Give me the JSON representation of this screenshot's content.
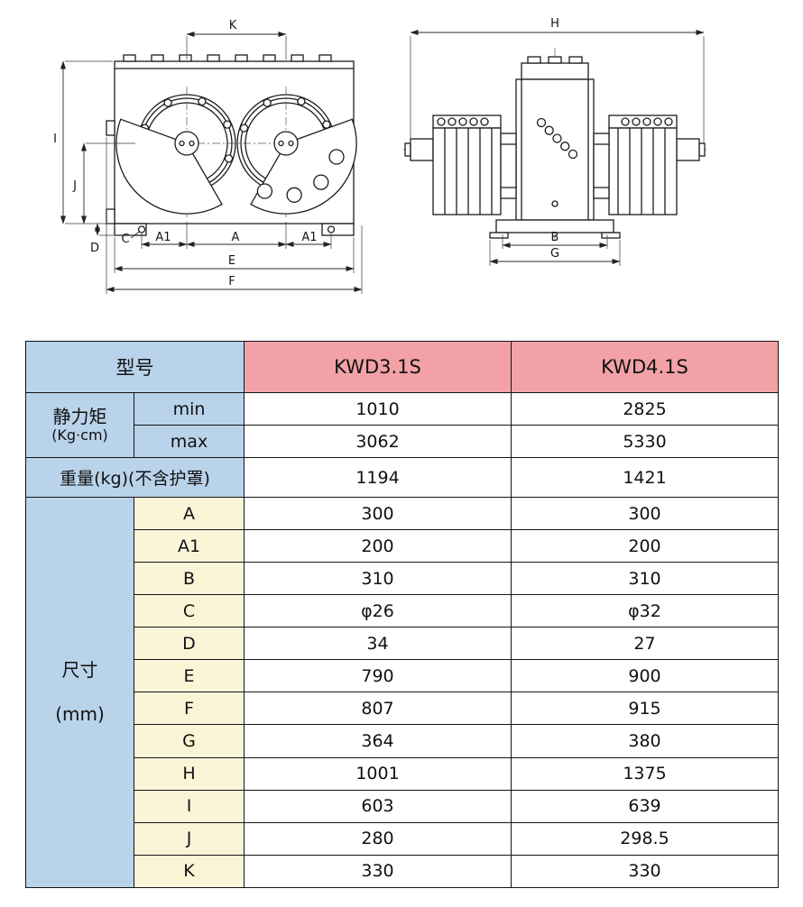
{
  "colors": {
    "blue": "#b9d3ea",
    "pink": "#f2a2a6",
    "cream": "#fbf5d8",
    "border": "#141414",
    "white": "#ffffff"
  },
  "table": {
    "model_label": "型号",
    "models": [
      "KWD3.1S",
      "KWD4.1S"
    ],
    "static_moment": {
      "label": "静力矩",
      "unit": "(Kg·cm)",
      "rows": [
        {
          "sub": "min",
          "v1": "1010",
          "v2": "2825"
        },
        {
          "sub": "max",
          "v1": "3062",
          "v2": "5330"
        }
      ]
    },
    "weight": {
      "label": "重量(kg)(不含护罩)",
      "v1": "1194",
      "v2": "1421"
    },
    "dimensions": {
      "label": "尺寸",
      "unit": "(mm)",
      "rows": [
        {
          "sub": "A",
          "v1": "300",
          "v2": "300"
        },
        {
          "sub": "A1",
          "v1": "200",
          "v2": "200"
        },
        {
          "sub": "B",
          "v1": "310",
          "v2": "310"
        },
        {
          "sub": "C",
          "v1": "φ26",
          "v2": "φ32"
        },
        {
          "sub": "D",
          "v1": "34",
          "v2": "27"
        },
        {
          "sub": "E",
          "v1": "790",
          "v2": "900"
        },
        {
          "sub": "F",
          "v1": "807",
          "v2": "915"
        },
        {
          "sub": "G",
          "v1": "364",
          "v2": "380"
        },
        {
          "sub": "H",
          "v1": "1001",
          "v2": "1375"
        },
        {
          "sub": "I",
          "v1": "603",
          "v2": "639"
        },
        {
          "sub": "J",
          "v1": "280",
          "v2": "298.5"
        },
        {
          "sub": "K",
          "v1": "330",
          "v2": "330"
        }
      ]
    }
  },
  "front_view": {
    "labels": {
      "k": "K",
      "i": "I",
      "j": "J",
      "d": "D",
      "c": "C",
      "a1_left": "A1",
      "a": "A",
      "a1_right": "A1",
      "e": "E",
      "f": "F"
    }
  },
  "side_view": {
    "labels": {
      "h": "H",
      "b": "B",
      "g": "G"
    }
  }
}
